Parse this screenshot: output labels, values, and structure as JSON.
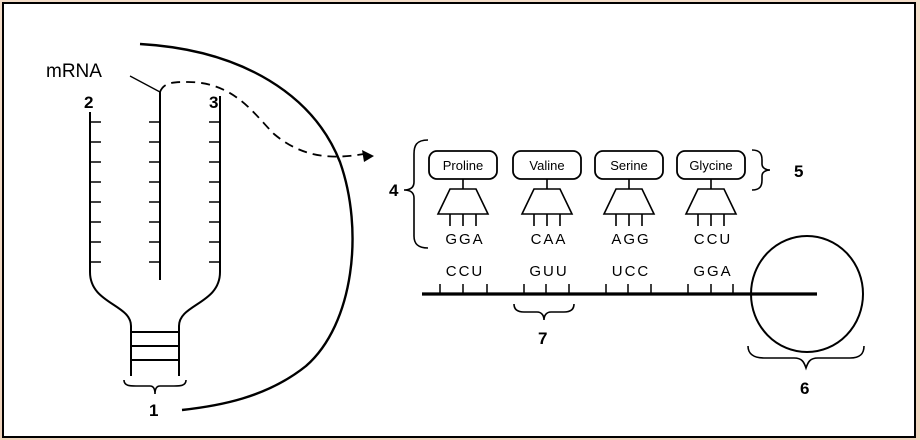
{
  "labels": {
    "mrna": "mRNA",
    "n1": "1",
    "n2": "2",
    "n3": "3",
    "n4": "4",
    "n5": "5",
    "n6": "6",
    "n7": "7"
  },
  "amino_acids": [
    "Proline",
    "Valine",
    "Serine",
    "Glycine"
  ],
  "anticodons": [
    "GGA",
    "CAA",
    "AGG",
    "CCU"
  ],
  "codons": [
    "CCU",
    "GUU",
    "UCC",
    "GGA"
  ]
}
